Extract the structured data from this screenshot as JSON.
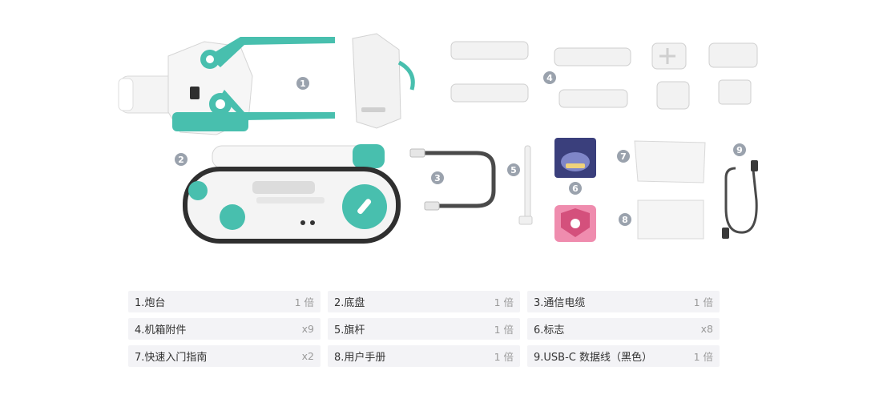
{
  "callouts": [
    "1",
    "2",
    "3",
    "4",
    "5",
    "6",
    "7",
    "8",
    "9"
  ],
  "colors": {
    "teal": "#48bfae",
    "tread": "#3a3a3a",
    "badge": "#9aa2ad",
    "cell_bg": "#f3f3f6",
    "sticker_purple": "#3a3f7c",
    "sticker_pink": "#ef8cae"
  },
  "parts": [
    {
      "name": "1.炮台",
      "qty": "1 倍"
    },
    {
      "name": "2.底盘",
      "qty": "1 倍"
    },
    {
      "name": "3.通信电缆",
      "qty": "1 倍"
    },
    {
      "name": "4.机箱附件",
      "qty": "x9"
    },
    {
      "name": "5.旗杆",
      "qty": "1 倍"
    },
    {
      "name": "6.标志",
      "qty": "x8"
    },
    {
      "name": "7.快速入门指南",
      "qty": "x2"
    },
    {
      "name": "8.用户手册",
      "qty": "1 倍"
    },
    {
      "name": "9.USB-C 数据线（黑色）",
      "qty": "1 倍"
    }
  ]
}
